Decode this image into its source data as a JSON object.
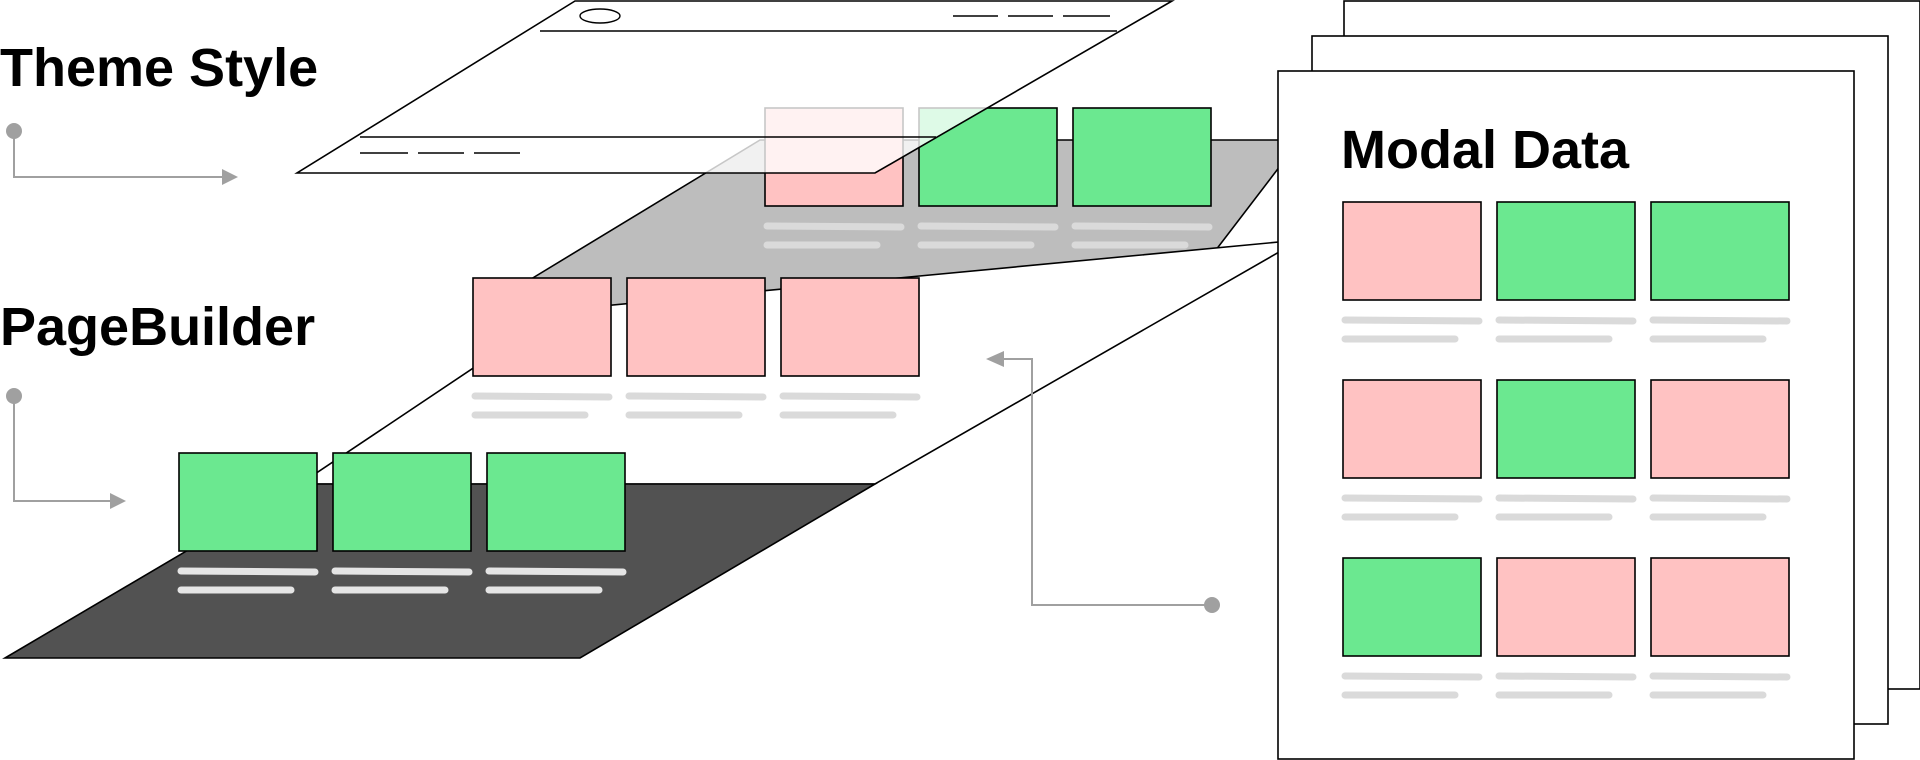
{
  "labels": {
    "theme_style": "Theme Style",
    "page_builder": "PageBuilder",
    "modal_data": "Modal Data"
  },
  "colors": {
    "pink": "#ffc2c2",
    "green": "#6be890",
    "light_gray": "#bdbdbd",
    "dark_gray": "#525252",
    "line_light": "#dadada",
    "line_dark": "#e5e5e5",
    "connector": "#a0a0a0",
    "outline": "#000000"
  },
  "layers": {
    "theme_style_cards": [
      "pink",
      "green",
      "green"
    ],
    "page_builder_cards": [
      "pink",
      "pink",
      "pink"
    ],
    "bottom_cards": [
      "green",
      "green",
      "green"
    ]
  },
  "modal_grid": [
    [
      "pink",
      "green",
      "green"
    ],
    [
      "pink",
      "green",
      "pink"
    ],
    [
      "green",
      "pink",
      "pink"
    ]
  ]
}
